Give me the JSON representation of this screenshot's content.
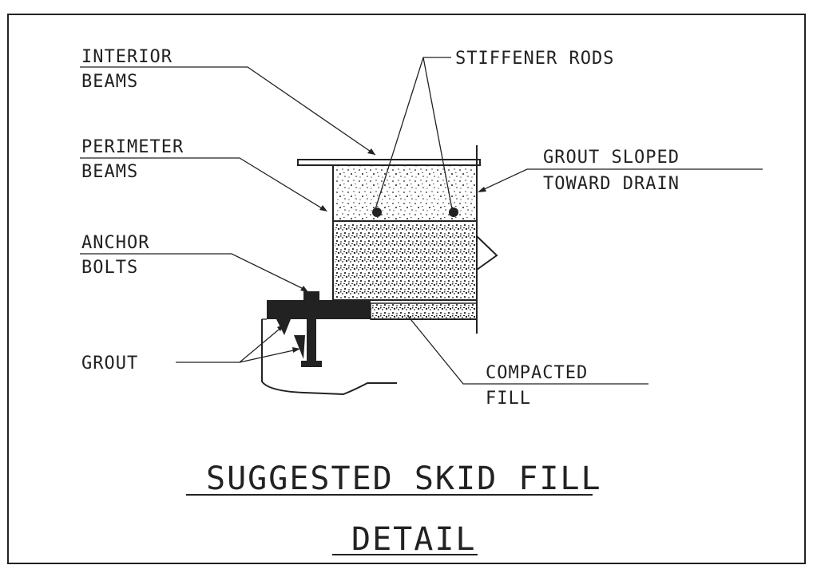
{
  "labels": {
    "interior_beams_1": "INTERIOR",
    "interior_beams_2": "BEAMS",
    "perimeter_beams_1": "PERIMETER",
    "perimeter_beams_2": "BEAMS",
    "anchor_bolts_1": "ANCHOR",
    "anchor_bolts_2": "BOLTS",
    "grout": "GROUT",
    "stiffener_rods": "STIFFENER RODS",
    "grout_sloped_1": "GROUT SLOPED",
    "grout_sloped_2": "TOWARD DRAIN",
    "compacted_fill_1": "COMPACTED",
    "compacted_fill_2": "FILL"
  },
  "title": {
    "line1": "SUGGESTED SKID FILL",
    "line2": "DETAIL"
  },
  "colors": {
    "ink": "#222222",
    "background": "#ffffff"
  }
}
